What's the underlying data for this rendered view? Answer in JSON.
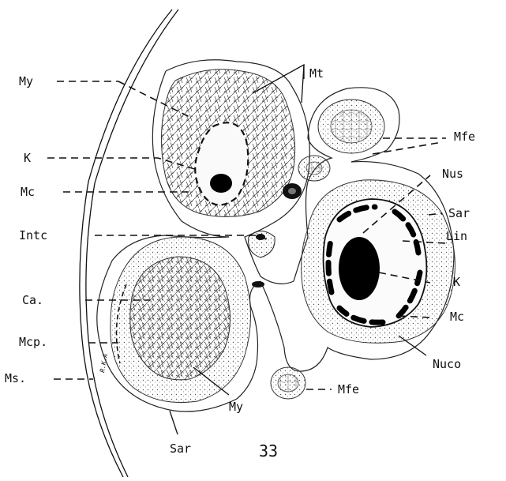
{
  "figure_number": "33",
  "artist_initials": "R.K.A",
  "labels": {
    "my_top": "My",
    "mt": "Mt",
    "mfe_top": "Mfe",
    "k_left": "K",
    "mc_left": "Mc",
    "nus": "Nus",
    "sar_right": "Sar",
    "lin": "Lin",
    "intc": "Intc",
    "k_right": "K",
    "ca": "Ca.",
    "mc_right": "Mc",
    "mcp": "Mcp.",
    "nuco": "Nuco",
    "ms": "Ms.",
    "mfe_bottom": "Mfe",
    "my_bottom": "My",
    "sar_bottom": "Sar"
  }
}
